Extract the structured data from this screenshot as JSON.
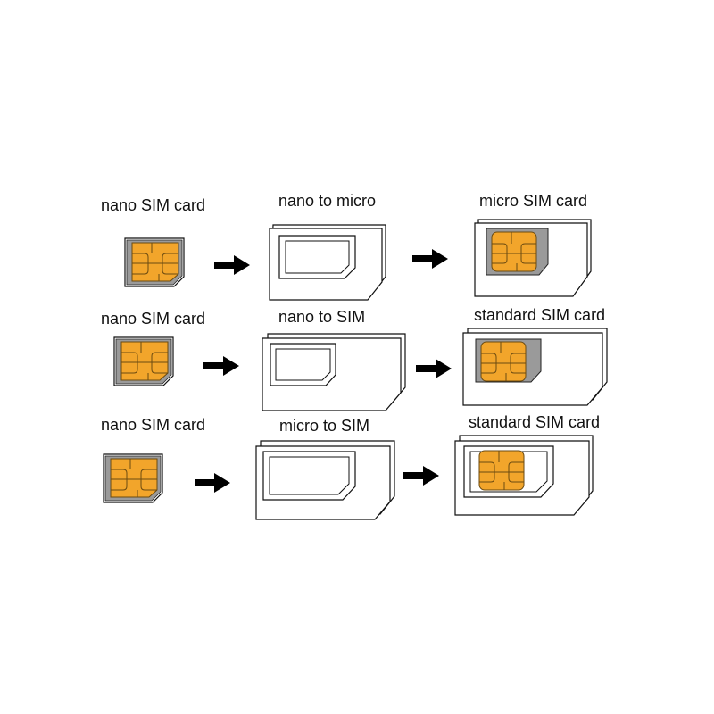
{
  "rows": [
    {
      "source_label": "nano SIM card",
      "adapter_label": "nano to micro",
      "result_label": "micro SIM card"
    },
    {
      "source_label": "nano SIM card",
      "adapter_label": "nano to SIM",
      "result_label": "standard SIM card"
    },
    {
      "source_label": "nano SIM card",
      "adapter_label": "micro to SIM",
      "result_label": "standard SIM card"
    }
  ],
  "colors": {
    "chip_gold": "#F2A52B",
    "chip_line": "#6B4A10",
    "nano_rim": "#9A9A9A",
    "card_outline": "#111111",
    "card_fill": "#ffffff",
    "arrow": "#000000"
  },
  "icons": {
    "arrow": "right-arrow-icon",
    "chip": "sim-chip-icon"
  }
}
